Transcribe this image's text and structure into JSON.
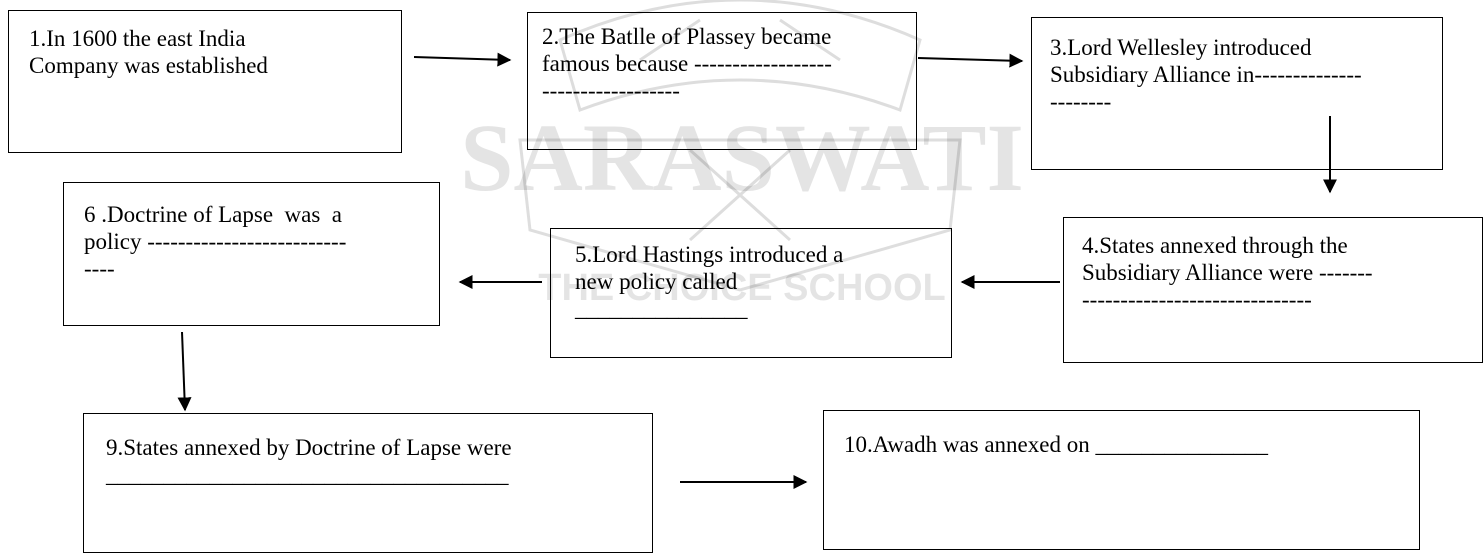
{
  "watermark": {
    "emblem_text": "SARASWATI",
    "subtitle": "THE CHOICE SCHOOL"
  },
  "boxes": {
    "b1": "1.In 1600 the east India\nCompany was established",
    "b2": "2.The Batlle of Plassey became\nfamous because ------------------\n------------------",
    "b3": "3.Lord Wellesley introduced\nSubsidiary Alliance in--------------\n--------",
    "b4": "4.States annexed through the\nSubsidiary Alliance were -------\n------------------------------",
    "b5": "5.Lord Hastings introduced a\nnew policy called\n_______________",
    "b6": "6 .Doctrine of Lapse  was  a\npolicy --------------------------\n----",
    "b9": "9.States annexed by Doctrine of Lapse were\n___________________________________",
    "b10": "10.Awadh was annexed on _______________"
  }
}
